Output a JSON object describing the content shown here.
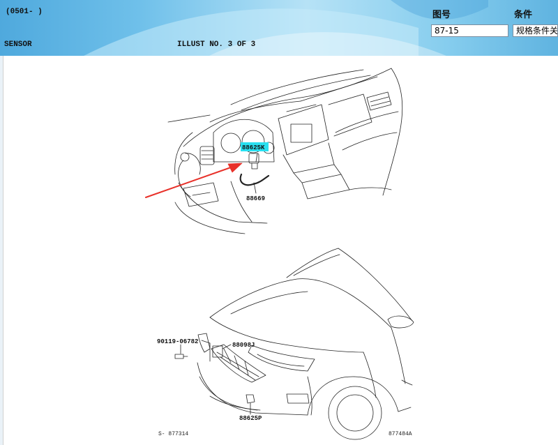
{
  "header": {
    "date_range": "(0501-     )",
    "category": "SENSOR",
    "illust_label": "ILLUST NO. 3 OF 3",
    "figure_label": "图号",
    "figure_value": "87-15",
    "condition_label": "条件",
    "condition_value": "规格条件关"
  },
  "illustration": {
    "parts": {
      "highlighted": "88625K",
      "harness": "88669",
      "bolt": "90119-06782",
      "bracket": "88098J",
      "front_sensor": "88625P"
    },
    "codes": {
      "left": "S- 877314",
      "right": "877484A"
    }
  },
  "colors": {
    "highlight": "#29e0f0",
    "arrow": "#e8312a"
  }
}
